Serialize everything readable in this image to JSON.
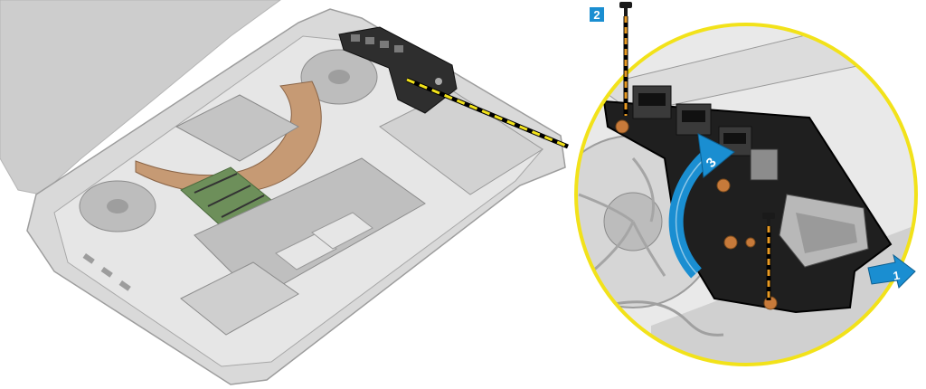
{
  "diagram": {
    "callouts": [
      {
        "id": "callout-1",
        "label": "1"
      },
      {
        "id": "callout-2",
        "label": "2"
      },
      {
        "id": "callout-3",
        "label": "3"
      }
    ],
    "colors": {
      "callout_blue": "#1a8ed1",
      "zoom_ring_yellow": "#f2e21a",
      "leader_dash": "#f2e21a",
      "board_dark": "#2b2b2b",
      "laptop_gray": "#c9c9c9"
    },
    "icons": [
      "screw-icon",
      "rotate-arrow-icon",
      "pull-arrow-icon"
    ]
  }
}
